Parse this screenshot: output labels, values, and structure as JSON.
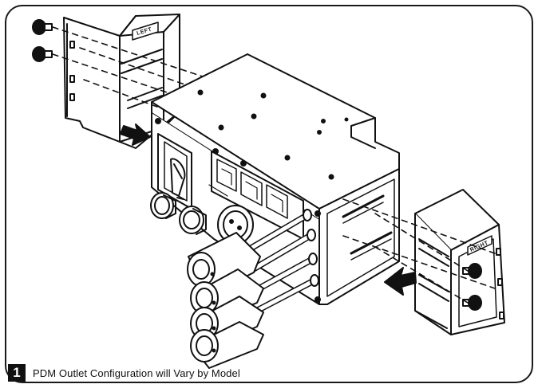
{
  "figure": {
    "step_number": "1",
    "caption": "PDM Outlet Configuration will Vary by Model",
    "left_bracket_label": "LEFT",
    "right_bracket_label": "RIGHT"
  },
  "colors": {
    "line": "#111111",
    "frame": "#1a1a1a",
    "background": "#ffffff",
    "badge": "#111111"
  },
  "icons": [
    "thumbscrew-icon",
    "arrow-right-icon",
    "arrow-left-icon"
  ]
}
